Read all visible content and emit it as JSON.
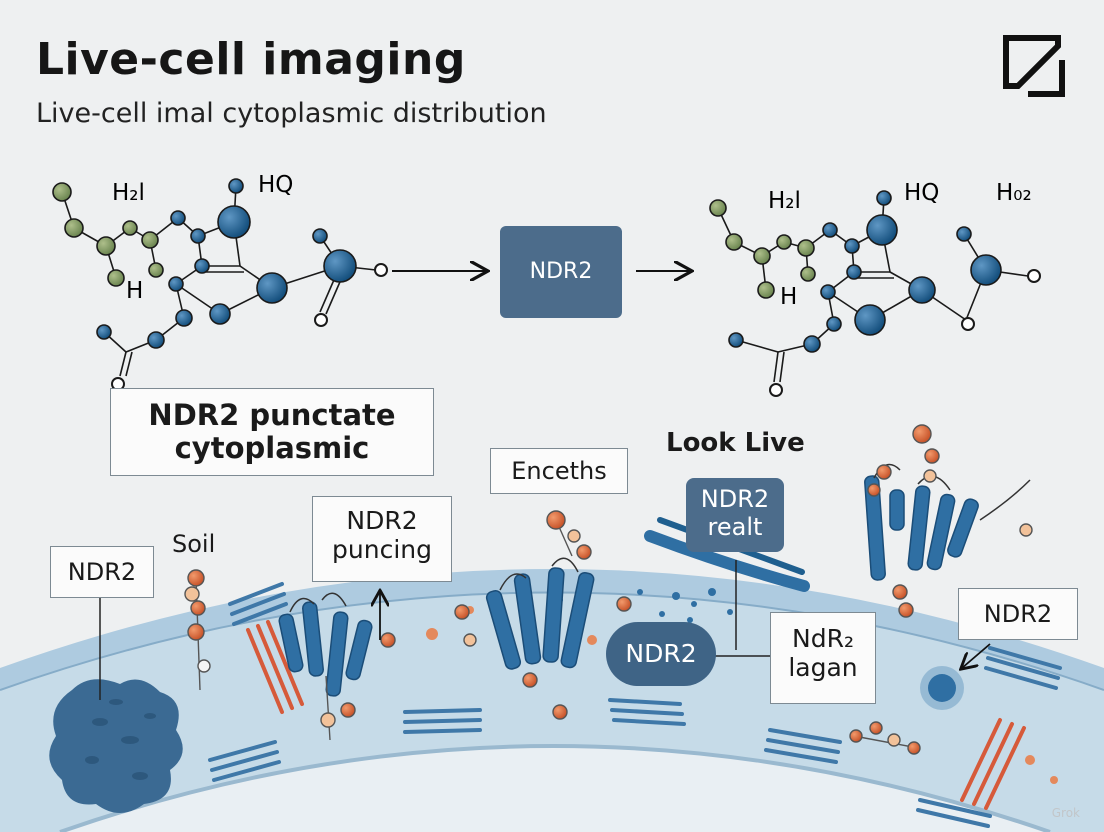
{
  "header": {
    "title": "Live-cell imaging",
    "subtitle": "Live-cell imal cytoplasmic distribution"
  },
  "icons": {
    "logo": "arrow-up-right-icon"
  },
  "molecule_left": {
    "labels": [
      "H₂l",
      "HQ",
      "H"
    ]
  },
  "molecule_right": {
    "labels": [
      "H₂l",
      "HQ",
      "H₀₂",
      "H"
    ]
  },
  "center_node": "NDR2",
  "labels": {
    "punctate": "NDR2 punctate cytoplasmic",
    "encetns": "Enceths",
    "look_live": "Look Live",
    "realt": "NDR2 realt",
    "soil": "Soil",
    "ndr2_left": "NDR2",
    "puncing": "NDR2 puncing",
    "ndr2_pill": "NDR2",
    "lagan": "NdR₂ lagan",
    "ndr2_right": "NDR2"
  },
  "watermark": "Grok",
  "colors": {
    "background": "#eef0f1",
    "protein_blue": "#2f6fa3",
    "node_blue": "#1f5f8f",
    "node_green": "#7f9a62",
    "node_orange": "#d9683d",
    "membrane": "#a9c6dc",
    "cytoplasm": "#c9dce8",
    "label_fill": "#4c6c8b"
  }
}
